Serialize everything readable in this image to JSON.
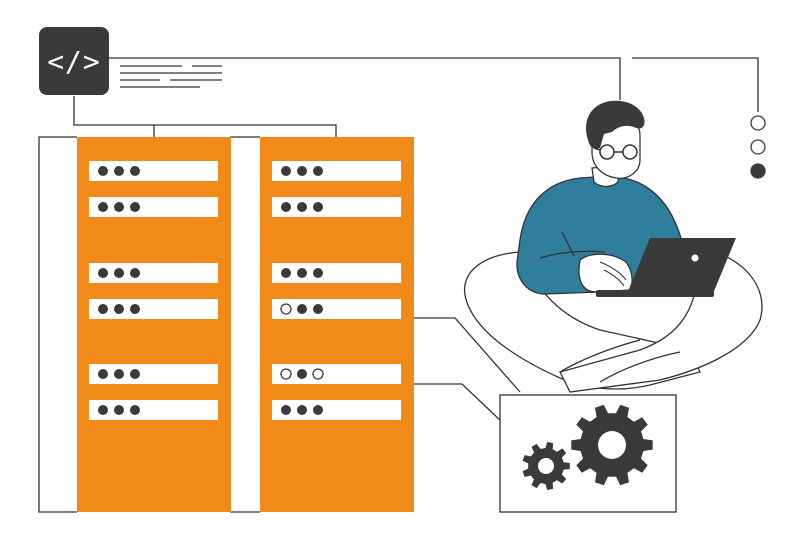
{
  "code_badge": {
    "label": "</>",
    "icon": "code-icon"
  },
  "colors": {
    "rack": "#F28A1A",
    "dark": "#3A3A3A",
    "shirt": "#2F7F9C",
    "line": "#333333",
    "background": "#FFFFFF"
  },
  "status_dots": [
    {
      "state": "empty"
    },
    {
      "state": "empty"
    },
    {
      "state": "filled"
    }
  ],
  "server_racks": [
    {
      "slots": [
        {
          "leds": [
            "on",
            "on",
            "on"
          ]
        },
        {
          "leds": [
            "on",
            "on",
            "on"
          ]
        },
        {
          "leds": [
            "on",
            "on",
            "on"
          ]
        },
        {
          "leds": [
            "on",
            "on",
            "on"
          ]
        },
        {
          "leds": [
            "on",
            "on",
            "on"
          ]
        },
        {
          "leds": [
            "on",
            "on",
            "on"
          ]
        }
      ]
    },
    {
      "slots": [
        {
          "leds": [
            "on",
            "on",
            "on"
          ]
        },
        {
          "leds": [
            "on",
            "on",
            "on"
          ]
        },
        {
          "leds": [
            "on",
            "on",
            "on"
          ]
        },
        {
          "leds": [
            "off",
            "on",
            "on"
          ]
        },
        {
          "leds": [
            "off",
            "on",
            "off"
          ]
        },
        {
          "leds": [
            "on",
            "on",
            "on"
          ]
        }
      ]
    }
  ],
  "gears_panel": {
    "icons": [
      "gear-icon-small",
      "gear-icon-large"
    ]
  }
}
